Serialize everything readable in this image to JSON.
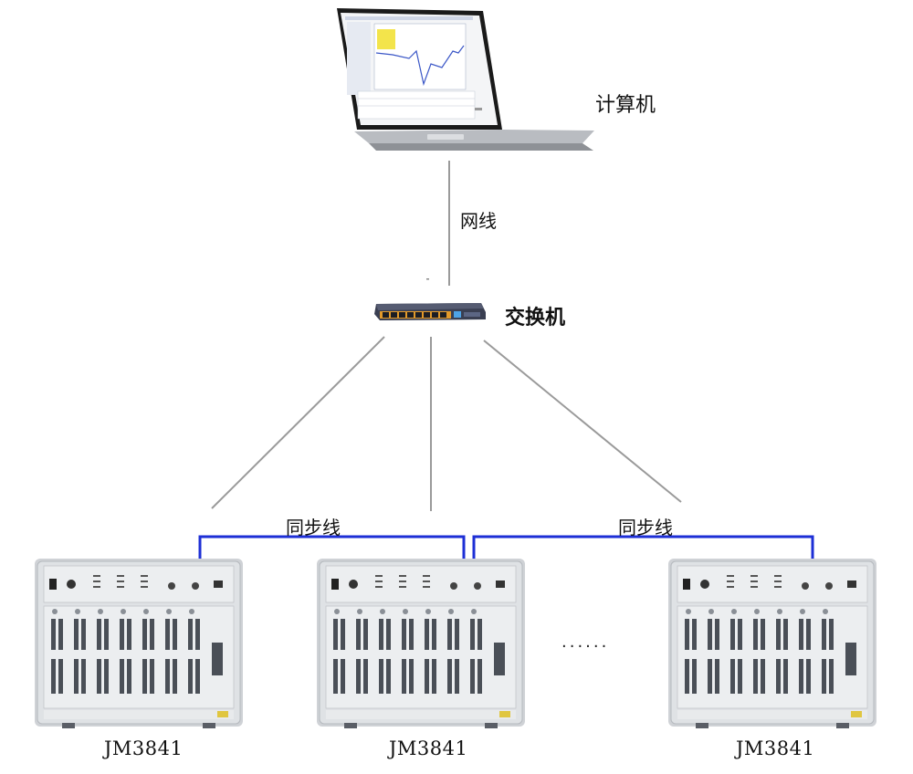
{
  "labels": {
    "computer": "计算机",
    "network_cable": "网线",
    "switch": "交换机",
    "sync_line_left": "同步线",
    "sync_line_right": "同步线",
    "device_1": "JM3841",
    "device_2": "JM3841",
    "device_3": "JM3841",
    "more_devices": "......"
  },
  "colors": {
    "connector_line": "#9a9a9a",
    "sync_line": "#1d2fd6",
    "device_frame": "#c9ccd0",
    "device_panel": "#eceef0",
    "switch_body": "#3a3f52",
    "switch_accent": "#e39a2a"
  },
  "icons": {
    "computer": "laptop-icon",
    "switch": "network-switch-icon",
    "device": "data-acquisition-case-icon"
  }
}
